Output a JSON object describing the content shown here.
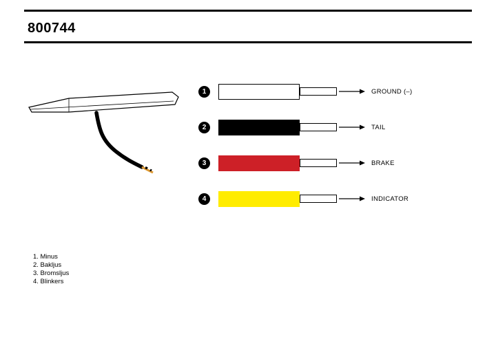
{
  "title": "800744",
  "wires": [
    {
      "num": "1",
      "color": "#ffffff",
      "label": "GROUND (–)"
    },
    {
      "num": "2",
      "color": "#000000",
      "label": "TAIL"
    },
    {
      "num": "3",
      "color": "#cd2027",
      "label": "BRAKE"
    },
    {
      "num": "4",
      "color": "#ffec00",
      "label": "INDICATOR"
    }
  ],
  "legend": [
    "1. Minus",
    "2. Bakljus",
    "3. Bromsljus",
    "4. Blinkers"
  ],
  "colors": {
    "line": "#000000",
    "wire_tip": "#dd9933"
  }
}
